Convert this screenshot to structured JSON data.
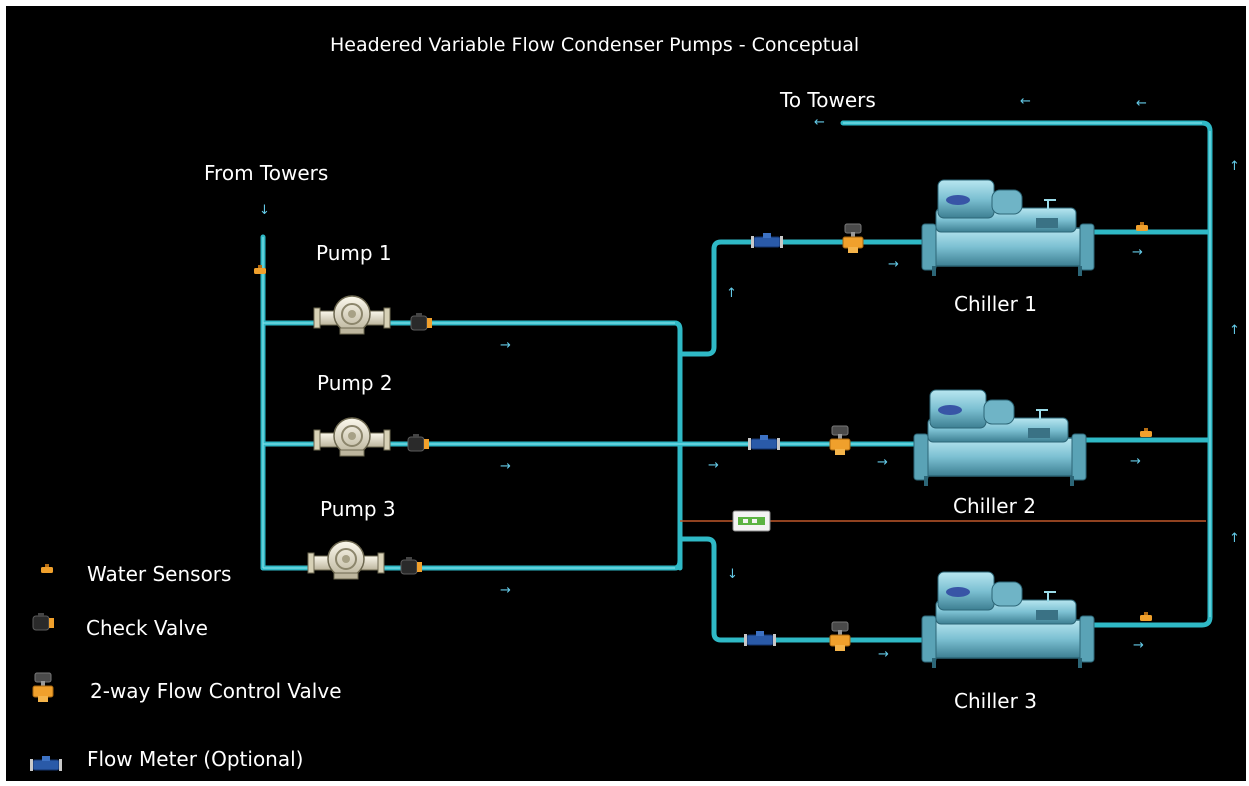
{
  "title": "Headered Variable Flow Condenser Pumps - Conceptual",
  "labels": {
    "from_towers": "From Towers",
    "to_towers": "To Towers",
    "pump1": "Pump 1",
    "pump2": "Pump 2",
    "pump3": "Pump 3",
    "chiller1": "Chiller 1",
    "chiller2": "Chiller 2",
    "chiller3": "Chiller 3"
  },
  "legend": {
    "water_sensors": "Water Sensors",
    "check_valve": "Check Valve",
    "flow_control_valve": "2-way Flow Control Valve",
    "flow_meter": "Flow Meter (Optional)"
  },
  "colors": {
    "background": "#000000",
    "pipe": "#2fb9c6",
    "pipe_highlight": "#9ef0f6",
    "arrow": "#63c9e6",
    "bypass_line": "#c0582a",
    "valve_orange": "#f0a02c",
    "flow_meter_blue": "#2a5aa8",
    "chiller_body": "#7fc3d4"
  },
  "icons": {
    "flow_arrow": "arrow-icon",
    "pump": "centrifugal-pump-icon",
    "check_valve": "check-valve-icon",
    "flow_control_valve": "two-way-valve-icon",
    "flow_meter": "flow-meter-icon",
    "sensor": "water-sensor-icon",
    "chiller": "chiller-icon",
    "bypass_device": "bypass-device-icon"
  }
}
